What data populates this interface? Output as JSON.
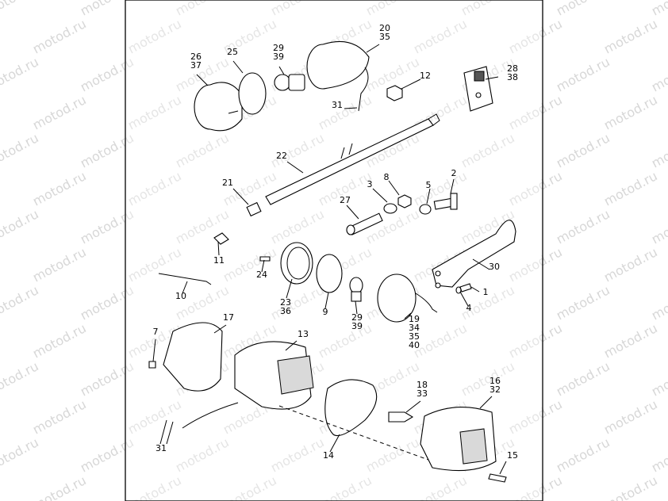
{
  "watermark": "motod.ru",
  "callouts": [
    {
      "id": "c1",
      "lines": [
        "1"
      ]
    },
    {
      "id": "c2",
      "lines": [
        "2"
      ]
    },
    {
      "id": "c3",
      "lines": [
        "3"
      ]
    },
    {
      "id": "c4",
      "lines": [
        "4"
      ]
    },
    {
      "id": "c5",
      "lines": [
        "5"
      ]
    },
    {
      "id": "c7",
      "lines": [
        "7"
      ]
    },
    {
      "id": "c8",
      "lines": [
        "8"
      ]
    },
    {
      "id": "c9",
      "lines": [
        "9"
      ]
    },
    {
      "id": "c10",
      "lines": [
        "10"
      ]
    },
    {
      "id": "c11",
      "lines": [
        "11"
      ]
    },
    {
      "id": "c12",
      "lines": [
        "12"
      ]
    },
    {
      "id": "c13",
      "lines": [
        "13"
      ]
    },
    {
      "id": "c14",
      "lines": [
        "14"
      ]
    },
    {
      "id": "c15",
      "lines": [
        "15"
      ]
    },
    {
      "id": "c16",
      "lines": [
        "16",
        "32"
      ]
    },
    {
      "id": "c17",
      "lines": [
        "17"
      ]
    },
    {
      "id": "c18",
      "lines": [
        "18",
        "33"
      ]
    },
    {
      "id": "c19",
      "lines": [
        "19",
        "34",
        "35",
        "40"
      ]
    },
    {
      "id": "c20",
      "lines": [
        "20",
        "35"
      ]
    },
    {
      "id": "c21",
      "lines": [
        "21"
      ]
    },
    {
      "id": "c22",
      "lines": [
        "22"
      ]
    },
    {
      "id": "c23",
      "lines": [
        "23",
        "36"
      ]
    },
    {
      "id": "c24",
      "lines": [
        "24"
      ]
    },
    {
      "id": "c25",
      "lines": [
        "25"
      ]
    },
    {
      "id": "c26",
      "lines": [
        "26",
        "37"
      ]
    },
    {
      "id": "c27",
      "lines": [
        "27"
      ]
    },
    {
      "id": "c28",
      "lines": [
        "28",
        "38"
      ]
    },
    {
      "id": "c29a",
      "lines": [
        "29",
        "39"
      ]
    },
    {
      "id": "c29b",
      "lines": [
        "29",
        "39"
      ]
    },
    {
      "id": "c30",
      "lines": [
        "30"
      ]
    },
    {
      "id": "c31a",
      "lines": [
        "31"
      ]
    },
    {
      "id": "c31b",
      "lines": [
        "31"
      ]
    }
  ]
}
